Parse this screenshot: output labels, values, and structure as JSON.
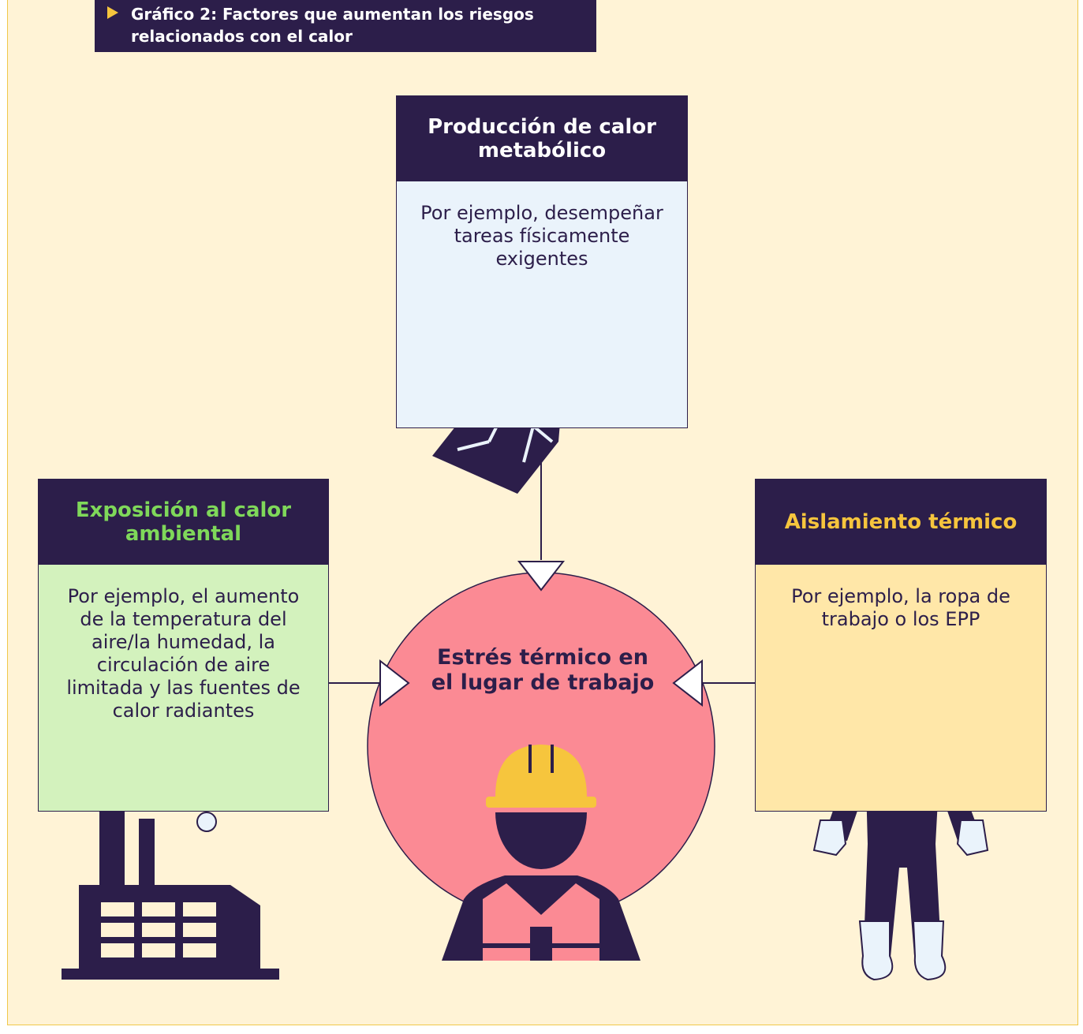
{
  "title": "Gráfico 2: Factores que aumentan los riesgos relacionados con el calor",
  "colors": {
    "navy": "#2c1e4a",
    "page_bg": "#fff3d6",
    "green_title": "#7fd85a",
    "green_body": "#d3f2bd",
    "yellow_title": "#f6c53d",
    "yellow_body": "#ffe7a8",
    "blue_body": "#eaf3fb",
    "circle": "#fb8a94"
  },
  "boxes": {
    "top": {
      "title": "Producción de calor metabólico",
      "text": "Por ejemplo, desempeñar tareas físicamente exigentes",
      "icon": "pickaxe-rock-icon"
    },
    "left": {
      "title": "Exposición al calor ambiental",
      "text": "Por ejemplo, el aumento de la temperatura del aire/la humedad, la circulación de aire limitada y las fuentes de calor radiantes",
      "icon": "factory-smoke-icon"
    },
    "right": {
      "title": "Aislamiento térmico",
      "text": "Por ejemplo, la ropa de trabajo o los EPP",
      "icon": "protective-suit-icon"
    }
  },
  "center": {
    "label": "Estrés térmico en el lugar de trabajo",
    "icon": "worker-hardhat-icon"
  }
}
